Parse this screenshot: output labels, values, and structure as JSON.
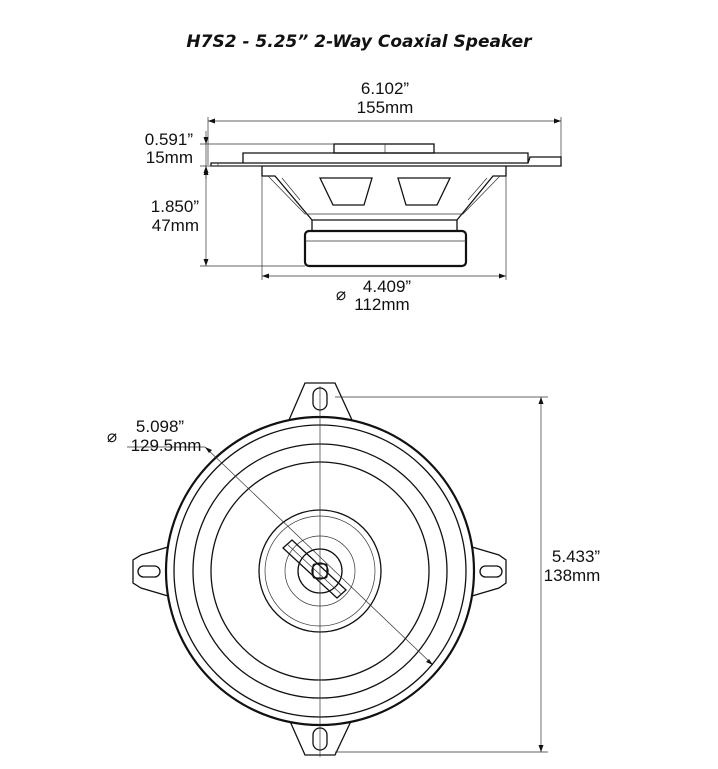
{
  "title": "H7S2 - 5.25” 2-Way Coaxial Speaker",
  "side_view": {
    "overall_width": {
      "inch": "6.102”",
      "mm": "155mm"
    },
    "flange_thickness": {
      "inch": "0.591”",
      "mm": "15mm"
    },
    "mount_depth": {
      "inch": "1.850”",
      "mm": "47mm"
    },
    "cutout_diameter": {
      "symbol": "⌀",
      "inch": "4.409”",
      "mm": "112mm"
    }
  },
  "front_view": {
    "cone_diameter": {
      "symbol": "⌀",
      "inch": "5.098”",
      "mm": "129.5mm"
    },
    "overall_height": {
      "inch": "5.433”",
      "mm": "138mm"
    }
  },
  "colors": {
    "line": "#111111",
    "background": "#ffffff"
  }
}
